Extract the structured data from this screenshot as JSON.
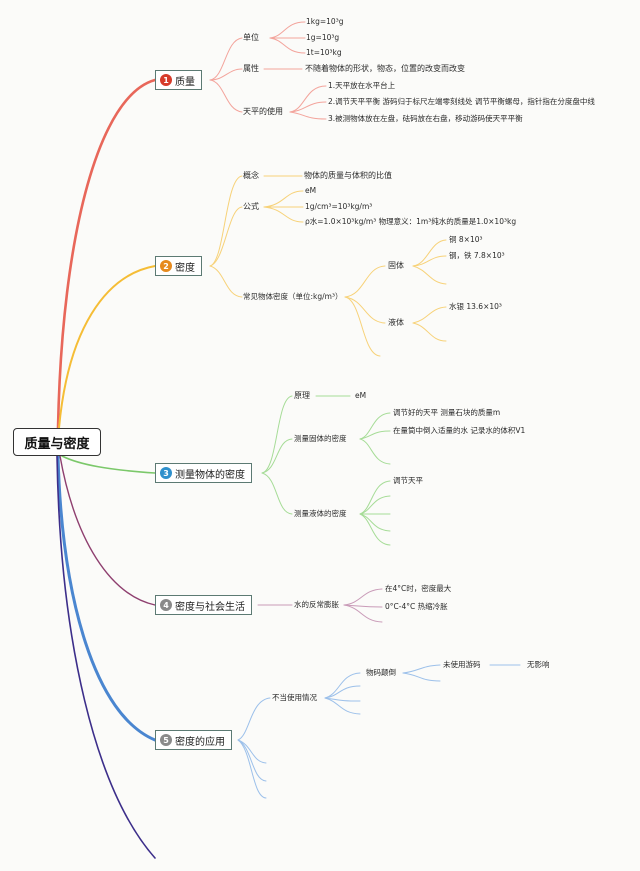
{
  "root": {
    "label": "质量与密度"
  },
  "colors": {
    "mass": "#e8675a",
    "density": "#f5bd36",
    "measure": "#7bc86a",
    "social": "#8e3f6f",
    "application": "#4a86d0",
    "tail": "#3c2e8a",
    "num1": "#d63b2a",
    "num2": "#e68a1e",
    "num3": "#2f90cc",
    "num4": "#8a8a8a",
    "num5": "#8a8a8a"
  },
  "topics": {
    "mass": {
      "number": "1",
      "label": "质量",
      "unit": {
        "label": "单位",
        "items": [
          "1kg=10³g",
          "1g=10³g",
          "1t=10³kg"
        ]
      },
      "property": {
        "label": "属性",
        "text": "不随着物体的形状，物态，位置的改变而改变"
      },
      "balance": {
        "label": "天平的使用",
        "items": [
          "1.天平放在水平台上",
          "2.调节天平平衡 游码归于标尺左端零刻线处 调节平衡螺母，指针指在分度盘中线",
          "3.被测物体放在左盘，砝码放在右盘，移动游码使天平平衡"
        ]
      }
    },
    "density": {
      "number": "2",
      "label": "密度",
      "concept": {
        "label": "概念",
        "text": "物体的质量与体积的比值"
      },
      "formula": {
        "label": "公式",
        "items": [
          "eM",
          "1g/cm³=10³kg/m³",
          "ρ水=1.0×10³kg/m³ 物理意义：1m³纯水的质量是1.0×10³kg"
        ]
      },
      "common": {
        "label": "常见物体密度（单位:kg/m³）",
        "solid": {
          "label": "固体",
          "items": [
            "铜 8×10³",
            "钢，铁 7.8×10³"
          ]
        },
        "liquid": {
          "label": "液体",
          "items": [
            "水银 13.6×10³"
          ]
        }
      }
    },
    "measure": {
      "number": "3",
      "label": "测量物体的密度",
      "principle": {
        "label": "原理",
        "text": "eM"
      },
      "solid": {
        "label": "测量固体的密度",
        "items": [
          "调节好的天平 测量石块的质量m",
          "在量筒中倒入适量的水 记录水的体积V1"
        ]
      },
      "liquid": {
        "label": "测量液体的密度",
        "items": [
          "调节天平"
        ]
      }
    },
    "social": {
      "number": "4",
      "label": "密度与社会生活",
      "water": {
        "label": "水的反常膨胀",
        "items": [
          "在4°C时，密度最大",
          "0°C-4°C 热缩冷胀"
        ]
      }
    },
    "application": {
      "number": "5",
      "label": "密度的应用",
      "misuse": {
        "label": "不当使用情况",
        "weights": {
          "label": "物码颠倒",
          "no_rider": "未使用游码",
          "effect": "无影响"
        }
      }
    }
  }
}
